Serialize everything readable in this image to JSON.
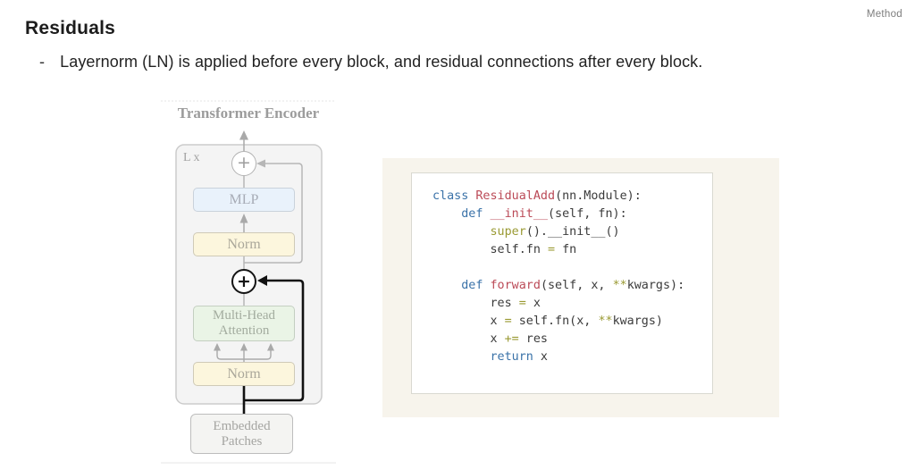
{
  "header": {
    "title": "Residuals",
    "section_tag": "Method"
  },
  "bullet": {
    "marker": "-",
    "text": "Layernorm (LN) is applied before every block, and residual connections after every block."
  },
  "diagram": {
    "title": "Transformer Encoder",
    "loop_label": "L x",
    "plus_symbol": "+",
    "blocks": {
      "mlp": "MLP",
      "norm_top": "Norm",
      "mha": "Multi-Head Attention",
      "norm_bottom": "Norm",
      "embedded": "Embedded Patches"
    },
    "colors": {
      "mlp_fill": "#e9f2fb",
      "norm_fill": "#fcf6dd",
      "mha_fill": "#eaf4e6",
      "encoder_fill": "#f4f4f4",
      "faded_stroke": "#b2b2b2",
      "highlight_stroke": "#111111"
    }
  },
  "code": {
    "background": "#f7f4ec",
    "panel_background": "#ffffff",
    "colors": {
      "kw": "#3a72a8",
      "nm": "#bb4a57",
      "op": "#9a9a33",
      "pl": "#3b3b3b"
    },
    "lines": [
      [
        {
          "c": "kw",
          "t": "class"
        },
        {
          "c": "pl",
          "t": " "
        },
        {
          "c": "nm",
          "t": "ResidualAdd"
        },
        {
          "c": "pl",
          "t": "(nn.Module):"
        }
      ],
      [
        {
          "c": "pl",
          "t": "    "
        },
        {
          "c": "kw",
          "t": "def"
        },
        {
          "c": "pl",
          "t": " "
        },
        {
          "c": "nm",
          "t": "__init__"
        },
        {
          "c": "pl",
          "t": "(self, fn):"
        }
      ],
      [
        {
          "c": "pl",
          "t": "        "
        },
        {
          "c": "op",
          "t": "super"
        },
        {
          "c": "pl",
          "t": "().__init__()"
        }
      ],
      [
        {
          "c": "pl",
          "t": "        self.fn "
        },
        {
          "c": "op",
          "t": "="
        },
        {
          "c": "pl",
          "t": " fn"
        }
      ],
      [],
      [
        {
          "c": "pl",
          "t": "    "
        },
        {
          "c": "kw",
          "t": "def"
        },
        {
          "c": "pl",
          "t": " "
        },
        {
          "c": "nm",
          "t": "forward"
        },
        {
          "c": "pl",
          "t": "(self, x, "
        },
        {
          "c": "op",
          "t": "**"
        },
        {
          "c": "pl",
          "t": "kwargs):"
        }
      ],
      [
        {
          "c": "pl",
          "t": "        res "
        },
        {
          "c": "op",
          "t": "="
        },
        {
          "c": "pl",
          "t": " x"
        }
      ],
      [
        {
          "c": "pl",
          "t": "        x "
        },
        {
          "c": "op",
          "t": "="
        },
        {
          "c": "pl",
          "t": " self.fn(x, "
        },
        {
          "c": "op",
          "t": "**"
        },
        {
          "c": "pl",
          "t": "kwargs)"
        }
      ],
      [
        {
          "c": "pl",
          "t": "        x "
        },
        {
          "c": "op",
          "t": "+="
        },
        {
          "c": "pl",
          "t": " res"
        }
      ],
      [
        {
          "c": "pl",
          "t": "        "
        },
        {
          "c": "kw",
          "t": "return"
        },
        {
          "c": "pl",
          "t": " x"
        }
      ]
    ]
  }
}
